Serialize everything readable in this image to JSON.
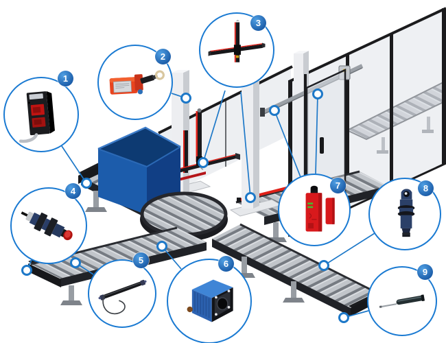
{
  "figure": {
    "type": "industrial-conveyor-safety-application-diagram"
  },
  "colors": {
    "accent_blue": "#1a7ad2",
    "badge_blue": "#1b5ca8",
    "leader_blue": "#1d78c8",
    "beam_red": "#e02018",
    "box_blue": "#1c5cab",
    "conveyor_frame": "#202227",
    "roller_gray": "#c1c5ca",
    "pillar_gray": "#edeef1",
    "fence_panel_gray": "#dfe3e8"
  },
  "callouts": [
    {
      "number": "1",
      "icon": "miniature-photoelectric-sensor-icon"
    },
    {
      "number": "2",
      "icon": "rope-pull-switch-icon"
    },
    {
      "number": "3",
      "icon": "light-beam-deflector-cross-icon"
    },
    {
      "number": "4",
      "icon": "cylindrical-photoelectric-sensor-icon"
    },
    {
      "number": "5",
      "icon": "safety-edge-sensor-icon"
    },
    {
      "number": "6",
      "icon": "vision-camera-icon"
    },
    {
      "number": "7",
      "icon": "safety-interlock-switch-icon"
    },
    {
      "number": "8",
      "icon": "angled-tube-sensor-icon"
    },
    {
      "number": "9",
      "icon": "linear-probe-icon"
    }
  ],
  "scene": {
    "elements": [
      "roller-conveyor-left",
      "roller-conveyor-front-left",
      "roller-conveyor-right",
      "roller-conveyor-front-right",
      "rotary-transfer-table",
      "blue-tote-box",
      "safety-fence",
      "sliding-door",
      "door-rail",
      "device-columns",
      "muting-light-beams",
      "cell-interior-conveyor"
    ]
  }
}
